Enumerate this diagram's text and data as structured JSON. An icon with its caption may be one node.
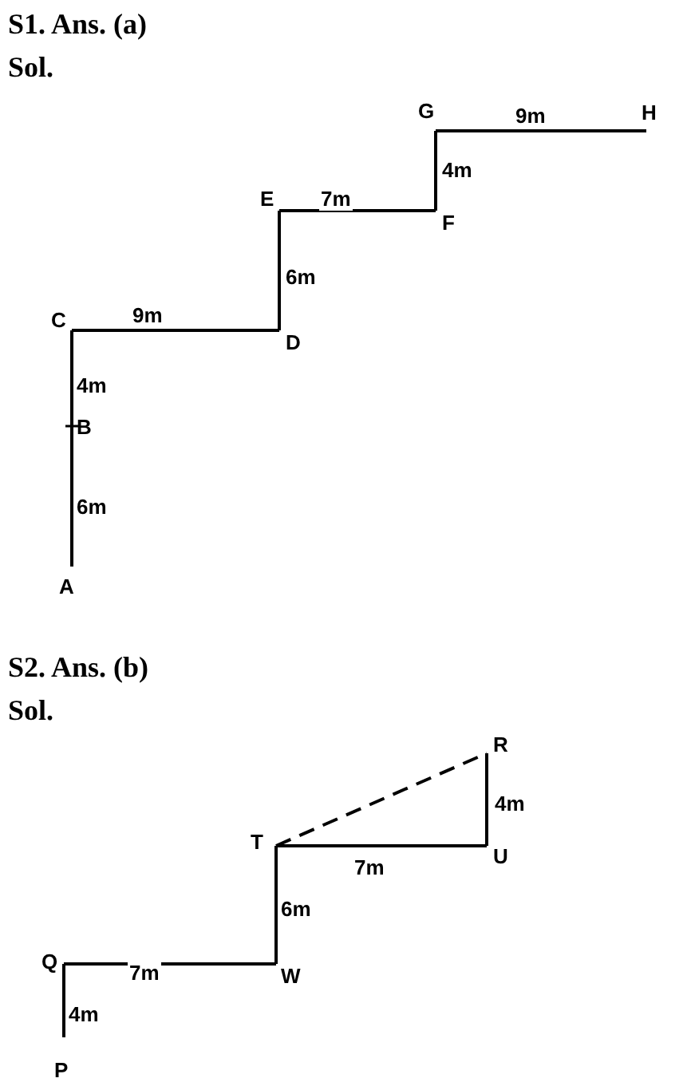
{
  "diagram": {
    "nodes": [
      {
        "text": [
          "A"
        ]
      },
      {
        "text": [
          "B"
        ]
      },
      {
        "text": [
          "C"
        ]
      },
      {
        "text": [
          "D"
        ]
      },
      {
        "text": [
          "E"
        ]
      },
      {
        "text": [
          "F"
        ]
      },
      {
        "text": [
          "G"
        ]
      },
      {
        "text": [
          "H"
        ]
      },
      {
        "text": [
          "P"
        ]
      },
      {
        "text": [
          "Q"
        ]
      },
      {
        "text": [
          "W"
        ]
      },
      {
        "text": [
          "T"
        ]
      },
      {
        "text": [
          "U"
        ]
      },
      {
        "text": [
          "R"
        ]
      }
    ],
    "edges": [
      {
        "from": 0,
        "to": 1,
        "arrow": "none",
        "label": "6m"
      },
      {
        "from": 1,
        "to": 2,
        "arrow": "none",
        "label": "4m"
      },
      {
        "from": 2,
        "to": 3,
        "arrow": "none",
        "label": "9m"
      },
      {
        "from": 3,
        "to": 4,
        "arrow": "none",
        "label": "6m"
      },
      {
        "from": 4,
        "to": 5,
        "arrow": "none",
        "label": "7m"
      },
      {
        "from": 5,
        "to": 6,
        "arrow": "none",
        "label": "4m"
      },
      {
        "from": 6,
        "to": 7,
        "arrow": "none",
        "label": "9m"
      },
      {
        "from": 8,
        "to": 9,
        "arrow": "none",
        "label": "4m"
      },
      {
        "from": 9,
        "to": 10,
        "arrow": "none",
        "label": "7m"
      },
      {
        "from": 10,
        "to": 11,
        "arrow": "none",
        "label": "6m"
      },
      {
        "from": 11,
        "to": 12,
        "arrow": "none",
        "label": "7m"
      },
      {
        "from": 12,
        "to": 13,
        "arrow": "none",
        "label": "4m"
      },
      {
        "from": 11,
        "to": 13,
        "arrow": "none",
        "style": "dashed"
      }
    ],
    "labels": [
      "S1. Ans. (a)",
      "Sol.",
      "S2. Ans. (b)",
      "Sol."
    ]
  }
}
